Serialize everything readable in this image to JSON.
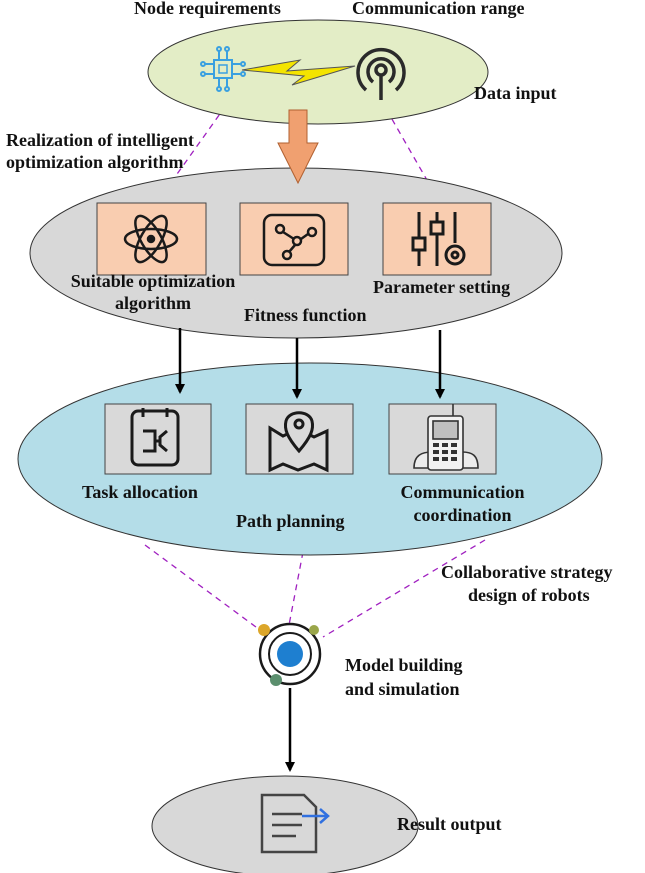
{
  "labels": {
    "node_requirements": "Node requirements",
    "communication_range": "Communication range",
    "data_input": "Data input",
    "realization_line1": "Realization of intelligent",
    "realization_line2": "optimization algorithm",
    "suitable_line1": "Suitable optimization",
    "suitable_line2": "algorithm",
    "parameter_setting": "Parameter setting",
    "fitness_function": "Fitness function",
    "task_allocation": "Task allocation",
    "path_planning": "Path planning",
    "comm_coord_line1": "Communication",
    "comm_coord_line2": "coordination",
    "collab_line1": "Collaborative strategy",
    "collab_line2": "design of robots",
    "model_line1": "Model building",
    "model_line2": "and simulation",
    "result_output": "Result output"
  },
  "icons": {
    "data_input": [
      "chip-icon",
      "lightning-icon",
      "signal-tower-icon"
    ],
    "algorithm": [
      "atom-icon",
      "fitness-function-icon",
      "parameter-sliders-icon"
    ],
    "strategy": [
      "task-allocation-icon",
      "map-pin-icon",
      "phone-icon"
    ],
    "simulation": [
      "orbit-icon"
    ],
    "output": [
      "document-export-icon"
    ]
  },
  "colors": {
    "data_input_ellipse": "#e3edc6",
    "algorithm_ellipse": "#d8d8d8",
    "strategy_ellipse": "#b4dde8",
    "output_ellipse": "#d8d8d8",
    "algorithm_box": "#f9cdb0",
    "strategy_box": "#d9d9d9",
    "dashed_line": "#a020c0",
    "down_arrow": "#f0a070",
    "icon_stroke": "#1a1a1a",
    "chip_icon": "#3aa0e0",
    "lightning": "#f4e400",
    "orbit_center": "#1e7fd0",
    "export_arrow": "#3070e0"
  }
}
